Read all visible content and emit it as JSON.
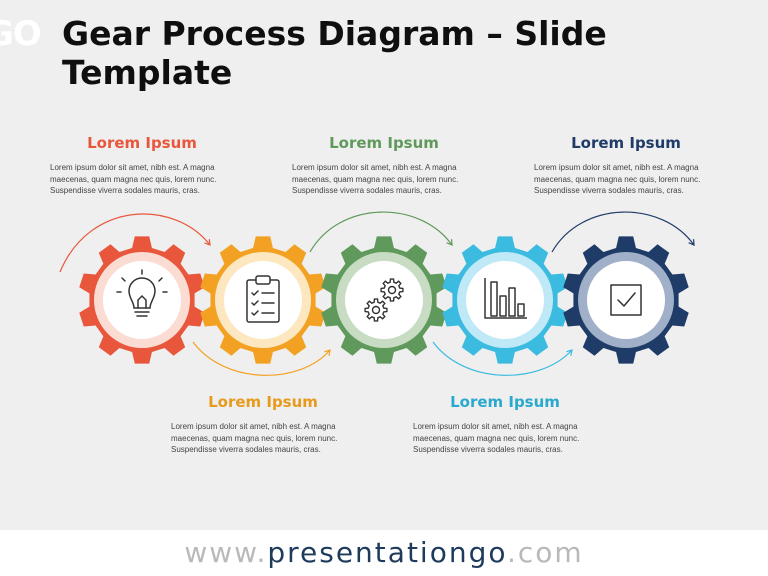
{
  "logo_fragment": "GO",
  "title": "Gear Process Diagram – Slide Template",
  "steps": [
    {
      "heading": "Lorem Ipsum",
      "color": "#e8573c",
      "ring": "#fbdcd3",
      "icon": "lightbulb-icon",
      "text": "Lorem ipsum dolor sit amet, nibh est. A magna maecenas, quam magna nec quis, lorem nunc. Suspendisse viverra sodales mauris, cras."
    },
    {
      "heading": "Lorem Ipsum",
      "color": "#f3a122",
      "ring": "#fde7c0",
      "icon": "clipboard-checklist-icon",
      "text": "Lorem ipsum dolor sit amet, nibh est. A magna maecenas, quam magna nec quis, lorem nunc. Suspendisse viverra sodales mauris, cras."
    },
    {
      "heading": "Lorem Ipsum",
      "color": "#5f9a5c",
      "ring": "#c7dcc3",
      "icon": "gears-icon",
      "text": "Lorem ipsum dolor sit amet, nibh est. A magna maecenas, quam magna nec quis, lorem nunc. Suspendisse viverra sodales mauris, cras."
    },
    {
      "heading": "Lorem Ipsum",
      "color": "#3bbbe0",
      "ring": "#bfe9f6",
      "icon": "bar-chart-icon",
      "text": "Lorem ipsum dolor sit amet, nibh est. A magna maecenas, quam magna nec quis, lorem nunc. Suspendisse viverra sodales mauris, cras."
    },
    {
      "heading": "Lorem Ipsum",
      "color": "#1f3c68",
      "ring": "#9fb0c8",
      "icon": "checkbox-icon",
      "text": "Lorem ipsum dolor sit amet, nibh est. A magna maecenas, quam magna nec quis, lorem nunc. Suspendisse viverra sodales mauris, cras."
    }
  ],
  "footer": {
    "prefix": "www.",
    "brand": "presentationgo",
    "suffix": ".com"
  }
}
